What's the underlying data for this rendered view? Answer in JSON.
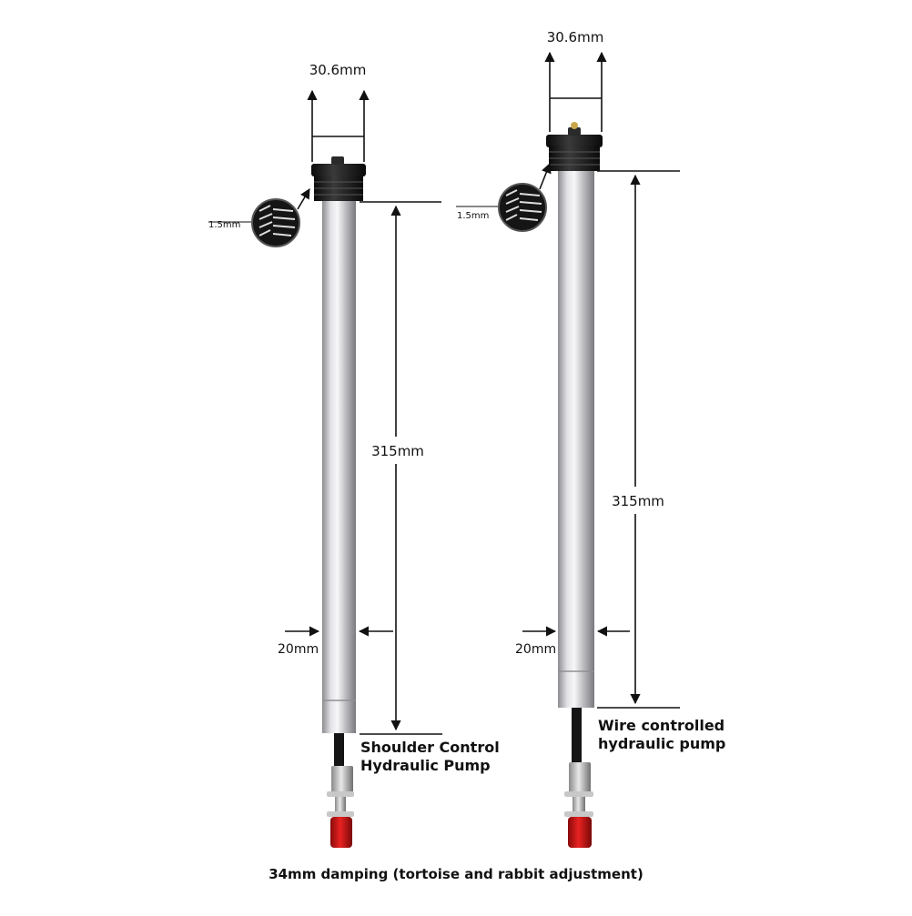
{
  "left": {
    "width_label": "30.6mm",
    "thread_label": "1.5mm",
    "length_label": "315mm",
    "diameter_label": "20mm",
    "pump_label_line1": "Shoulder Control",
    "pump_label_line2": "Hydraulic Pump"
  },
  "right": {
    "width_label": "30.6mm",
    "thread_label": "1.5mm",
    "length_label": "315mm",
    "diameter_label": "20mm",
    "pump_label_line1": "Wire controlled",
    "pump_label_line2": "hydraulic pump"
  },
  "caption": "34mm damping (tortoise and rabbit adjustment)",
  "colors": {
    "tube": "#c8c8cc",
    "cap": "#1c1c1c",
    "knob": "#d01818",
    "line": "#111111"
  }
}
